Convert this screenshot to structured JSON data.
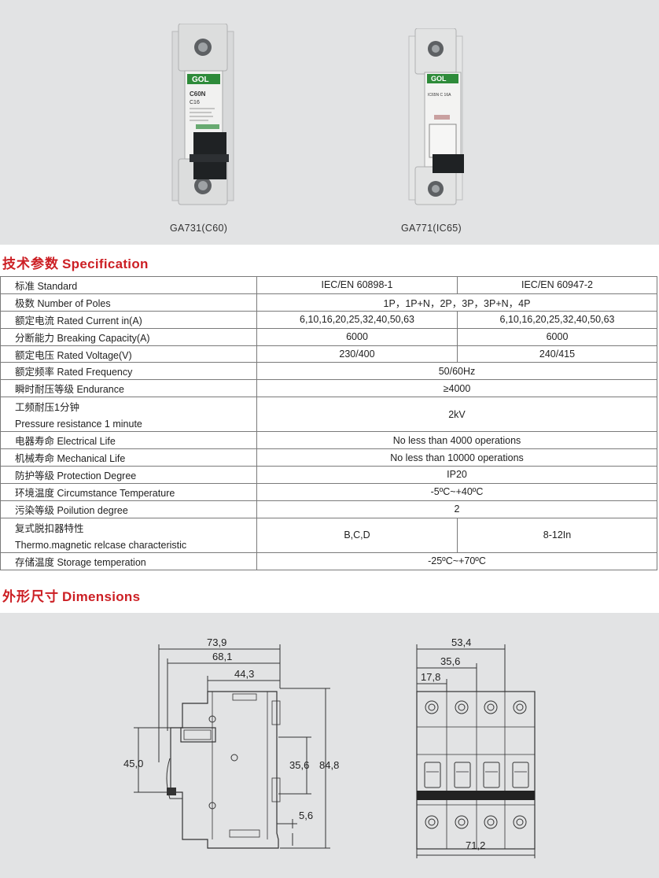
{
  "products": [
    {
      "id": "ga731",
      "caption": "GA731(C60)",
      "brand": "GOL",
      "model_text": "C60N",
      "rating_text": "C16"
    },
    {
      "id": "ga771",
      "caption": "GA771(IC65)",
      "brand": "GOL",
      "model_text": "IC65N  C 16A"
    }
  ],
  "specification": {
    "title_cn": "技术参数",
    "title_en": "Specification",
    "rows": [
      {
        "label": "标准 Standard",
        "values": [
          "IEC/EN 60898-1",
          "IEC/EN 60947-2"
        ]
      },
      {
        "label": "极数 Number of Poles",
        "values": [
          "1P，1P+N，2P，3P，3P+N，4P"
        ]
      },
      {
        "label": "额定电流 Rated Current in(A)",
        "values": [
          "6,10,16,20,25,32,40,50,63",
          "6,10,16,20,25,32,40,50,63"
        ]
      },
      {
        "label": "分断能力 Breaking Capacity(A)",
        "values": [
          "6000",
          "6000"
        ]
      },
      {
        "label": "额定电压 Rated Voltage(V)",
        "values": [
          "230/400",
          "240/415"
        ]
      },
      {
        "label": "额定频率 Rated Frequency",
        "values": [
          "50/60Hz"
        ]
      },
      {
        "label": "瞬时耐压等级 Endurance",
        "values": [
          "≥4000"
        ]
      },
      {
        "label": "工频耐压1分钟",
        "label2": "Pressure resistance 1 minute",
        "values": [
          "2kV"
        ]
      },
      {
        "label": "电器寿命 Electrical Life",
        "values": [
          "No less than 4000 operations"
        ]
      },
      {
        "label": "机械寿命 Mechanical Life",
        "values": [
          "No less than 10000 operations"
        ]
      },
      {
        "label": "防护等级 Protection Degree",
        "values": [
          "IP20"
        ]
      },
      {
        "label": "环境温度 Circumstance Temperature",
        "values": [
          "-5ºC~+40ºC"
        ]
      },
      {
        "label": "污染等级 Poilution degree",
        "values": [
          "2"
        ]
      },
      {
        "label": "复式脱扣器特性",
        "label2": "Thermo.magnetic relcase characteristic",
        "values": [
          "B,C,D",
          "8-12In"
        ]
      },
      {
        "label": "存储温度 Storage temperation",
        "values": [
          "-25ºC~+70ºC"
        ]
      }
    ]
  },
  "dimensions": {
    "title_cn": "外形尺寸",
    "title_en": "Dimensions",
    "side_view": {
      "overall_depth": "73,9",
      "depth_2": "68,1",
      "depth_3": "44,3",
      "left_height": "45,0",
      "inner_height": "35,6",
      "overall_height": "84,8",
      "bottom_offset": "5,6"
    },
    "front_view": {
      "width_3p": "53,4",
      "width_2p": "35,6",
      "width_1p": "17,8",
      "width_4p": "71,2"
    }
  },
  "colors": {
    "heading_red": "#cc1f24",
    "band_gray": "#e2e3e4",
    "brand_green": "#2e8b3a"
  }
}
